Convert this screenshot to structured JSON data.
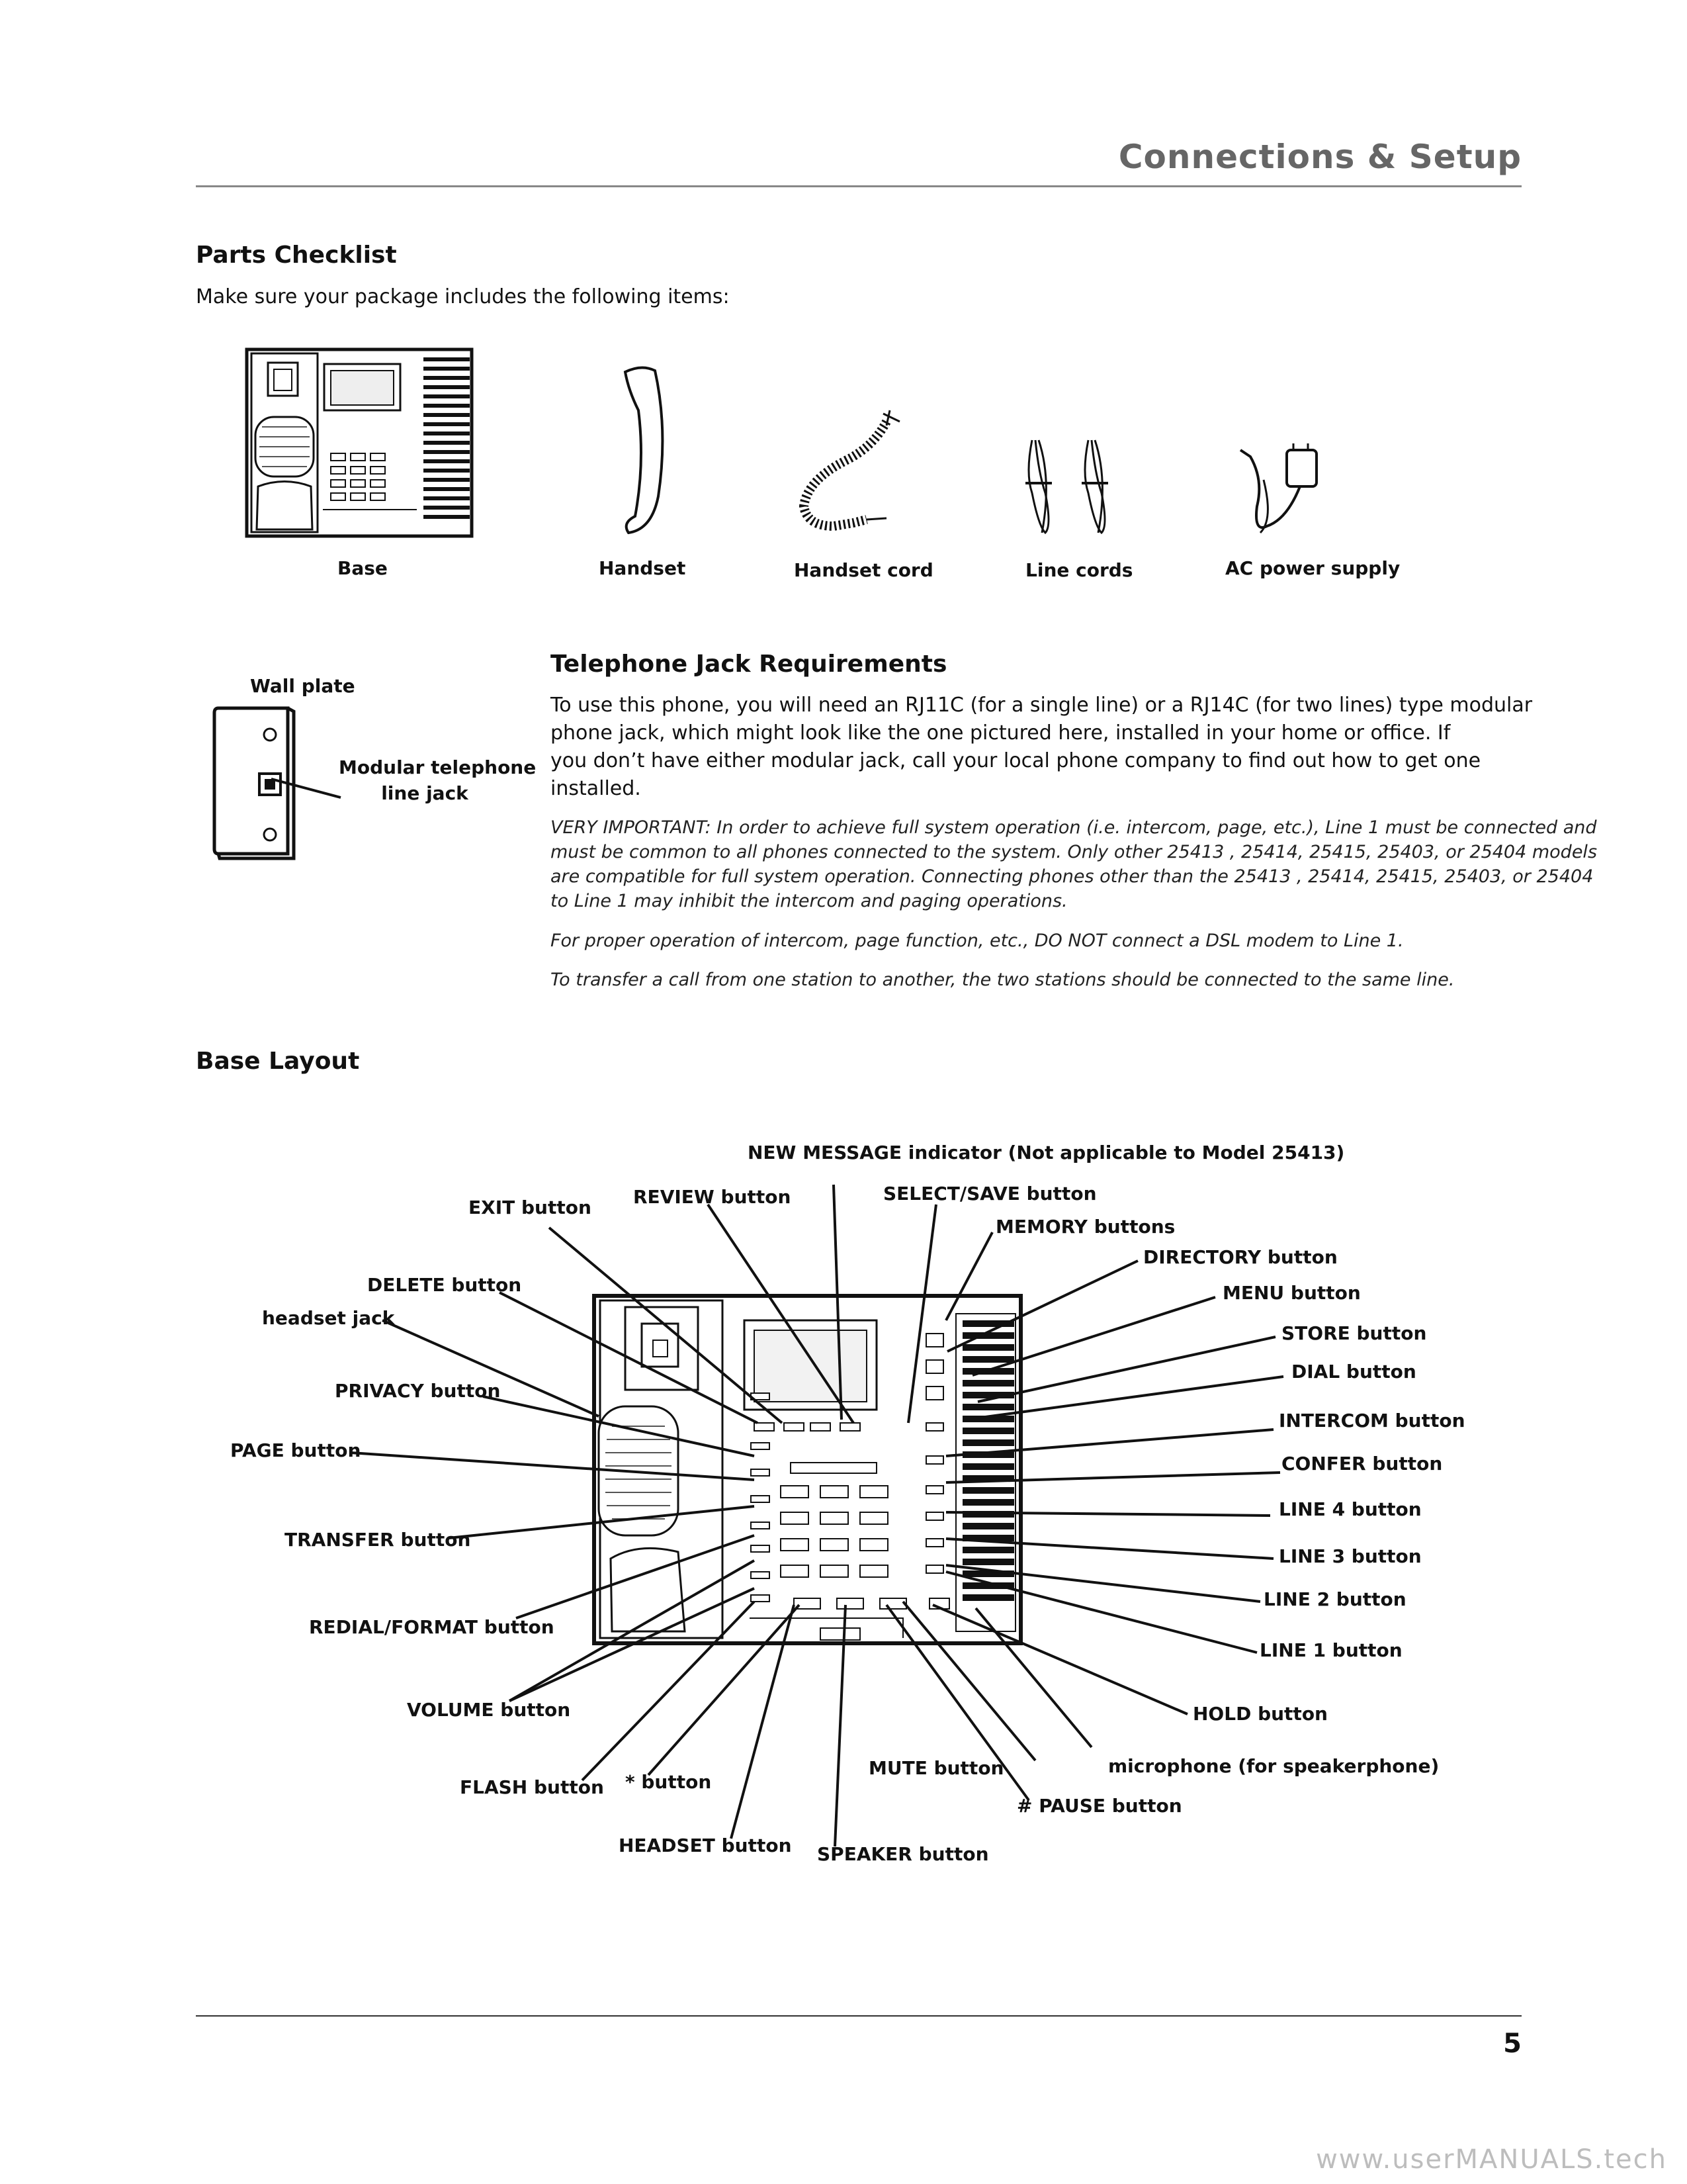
{
  "header": {
    "title": "Connections & Setup"
  },
  "parts": {
    "heading": "Parts Checklist",
    "intro": "Make sure your package includes the following items:",
    "items": [
      "Base",
      "Handset",
      "Handset cord",
      "Line cords",
      "AC power supply"
    ]
  },
  "wallplate": {
    "title": "Wall plate",
    "jack_line1": "Modular telephone",
    "jack_line2": "line jack"
  },
  "jack": {
    "heading": "Telephone Jack Requirements",
    "paragraph_lines": [
      "To use this phone, you will need an RJ11C (for a single line) or a RJ14C (for two lines) type modular",
      "phone jack, which might look like the one pictured here, installed in your home or office. If",
      "you don’t have either modular jack, call your local phone company to find out how to get one",
      "installed."
    ],
    "note1_lines": [
      "VERY IMPORTANT: In order to achieve full system operation (i.e. intercom, page, etc.), Line 1 must be connected and",
      "must be common to all phones connected to the system. Only other 25413 , 25414, 25415, 25403, or 25404 models",
      "are compatible for full system operation. Connecting phones other than the 25413 , 25414, 25415, 25403, or 25404",
      "to Line 1 may inhibit the intercom and paging operations."
    ],
    "note2": "For proper operation of intercom, page function, etc., DO NOT connect a DSL modem to Line 1.",
    "note3": "To transfer a call from one station to another, the two stations should be connected to the same line."
  },
  "layout": {
    "heading": "Base Layout",
    "callouts": {
      "new_message": "NEW MESSAGE indicator (Not applicable to Model 25413)",
      "exit": "EXIT button",
      "review": "REVIEW button",
      "select_save": "SELECT/SAVE button",
      "memory": "MEMORY buttons",
      "directory": "DIRECTORY button",
      "delete": "DELETE button",
      "menu": "MENU button",
      "headset_jack": "headset jack",
      "store": "STORE button",
      "dial": "DIAL button",
      "privacy": "PRIVACY button",
      "intercom": "INTERCOM button",
      "page": "PAGE button",
      "confer": "CONFER button",
      "line4": "LINE 4 button",
      "transfer": "TRANSFER button",
      "line3": "LINE 3 button",
      "line2": "LINE 2 button",
      "redial": "REDIAL/FORMAT button",
      "line1": "LINE 1 button",
      "volume": "VOLUME button",
      "hold": "HOLD button",
      "mute": "MUTE button",
      "microphone": "microphone (for speakerphone)",
      "flash": "FLASH button",
      "star": "* button",
      "pause": "# PAUSE button",
      "headset": "HEADSET button",
      "speaker": "SPEAKER button"
    }
  },
  "footer": {
    "page_number": "5",
    "watermark": "www.userMANUALS.tech"
  }
}
